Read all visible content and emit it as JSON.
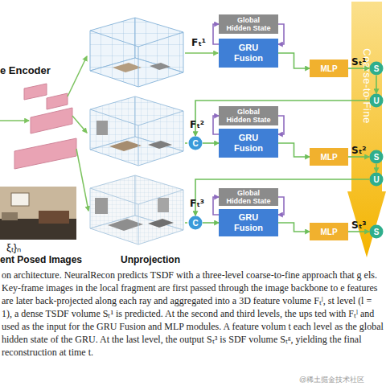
{
  "diagram": {
    "caption": "on architecture. NeuralRecon predicts TSDF with a three-level coarse-to-fine approach that g els. Key-frame images in the local fragment are first passed through the image backbone to e features are later back-projected along each ray and aggregated into a 3D feature volume Fₜˡ, st level (l = 1), a dense TSDF volume Sₜ¹ is predicted. At the second and third levels, the ups ted with Fₜˡ and used as the input for the GRU Fusion and MLP modules. A feature volum t each level as the global hidden state of the GRU. At the last level, the output Sₜ³ is SDF volume Sₜᵍ, yielding the final reconstruction at time t.",
    "nodes": [
      {
        "text": [
          "Global Hidden State"
        ]
      },
      {
        "text": [
          "GRU Fusion"
        ]
      },
      {
        "text": [
          "MLP"
        ]
      },
      {
        "text": [
          "S"
        ]
      },
      {
        "text": [
          "U"
        ]
      },
      {
        "text": [
          "C"
        ]
      },
      {
        "text": [
          "Global Hidden State"
        ]
      },
      {
        "text": [
          "GRU Fusion"
        ]
      },
      {
        "text": [
          "MLP"
        ]
      },
      {
        "text": [
          "S"
        ]
      },
      {
        "text": [
          "U"
        ]
      },
      {
        "text": [
          "C"
        ]
      },
      {
        "text": [
          "Global Hidden State"
        ]
      },
      {
        "text": [
          "GRU Fusion"
        ]
      },
      {
        "text": [
          "MLP"
        ]
      },
      {
        "text": [
          "S"
        ]
      },
      {
        "text": [
          "Coarse-to-Fine"
        ]
      }
    ],
    "edges": [
      {
        "from": 1,
        "to": 0,
        "arrow": "to"
      },
      {
        "from": 0,
        "to": 1,
        "arrow": "to"
      },
      {
        "from": 1,
        "to": 2,
        "arrow": "to"
      },
      {
        "from": 2,
        "to": 3,
        "label": "Sₜ¹",
        "arrow": "to"
      },
      {
        "from": 3,
        "to": 4,
        "arrow": "to"
      },
      {
        "from": 4,
        "to": 5,
        "arrow": "to"
      },
      {
        "from": 5,
        "to": 7,
        "arrow": "to"
      },
      {
        "from": 7,
        "to": 6,
        "arrow": "to"
      },
      {
        "from": 6,
        "to": 7,
        "arrow": "to"
      },
      {
        "from": 7,
        "to": 8,
        "arrow": "to"
      },
      {
        "from": 8,
        "to": 9,
        "label": "Sₜ²",
        "arrow": "to"
      },
      {
        "from": 9,
        "to": 10,
        "arrow": "to"
      },
      {
        "from": 10,
        "to": 11,
        "arrow": "to"
      },
      {
        "from": 11,
        "to": 13,
        "arrow": "to"
      },
      {
        "from": 13,
        "to": 12,
        "arrow": "to"
      },
      {
        "from": 12,
        "to": 13,
        "arrow": "to"
      },
      {
        "from": 13,
        "to": 14,
        "arrow": "to"
      },
      {
        "from": 14,
        "to": 15,
        "label": "Sₜ³",
        "arrow": "to"
      }
    ],
    "labels": [
      "e Encoder",
      "ξₜ}ₙ",
      "ent Posed Images",
      "Unprojection",
      "Fₜ¹",
      "Fₜ²",
      "Fₜ³",
      "@稀土掘金技术社区"
    ]
  }
}
